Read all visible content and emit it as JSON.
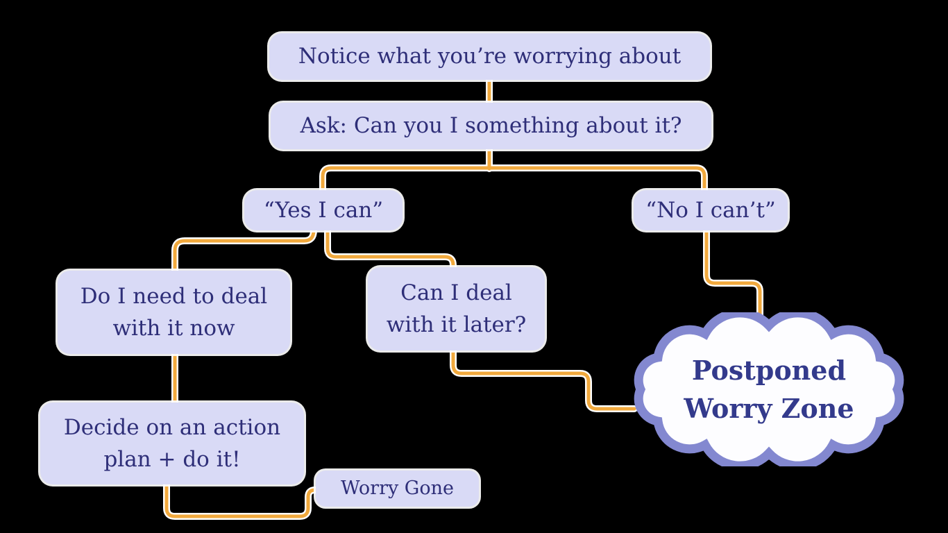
{
  "diagram": {
    "colors": {
      "bg": "#000000",
      "node-bg": "#d9daf6",
      "text": "#2e2e78",
      "connector": "#f1a93d",
      "cloud-border": "#8388d0",
      "cloud-fill": "#fdfdff",
      "cloud-text": "#333a8c"
    },
    "nodes": {
      "notice": "Notice what you’re worrying about",
      "ask": "Ask: Can you I something about it?",
      "yes": "“Yes I can”",
      "no": "“No I can’t”",
      "deal_now_l1": "Do I need to deal",
      "deal_now_l2": "with it now",
      "later_l1": "Can I deal",
      "later_l2": "with it later?",
      "decide_l1": "Decide on an action",
      "decide_l2": "plan + do it!",
      "worry_gone": "Worry Gone",
      "postponed_l1": "Postponed",
      "postponed_l2": "Worry Zone"
    }
  }
}
